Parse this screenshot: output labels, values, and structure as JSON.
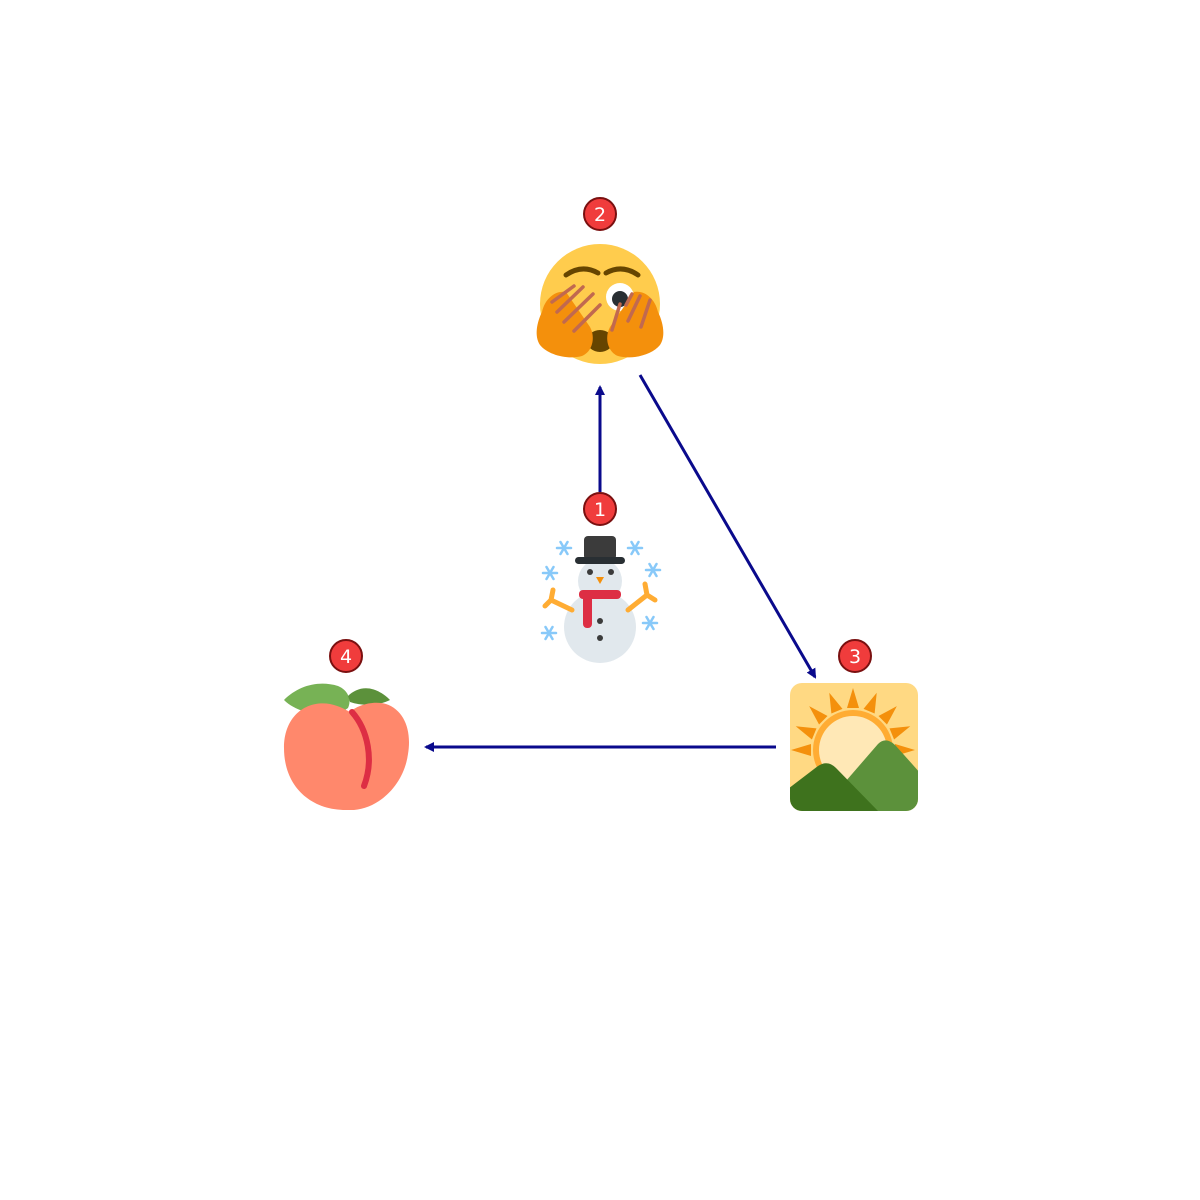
{
  "nodes": [
    {
      "id": "1",
      "icon": "snowman-with-snowflakes-icon",
      "label": "1"
    },
    {
      "id": "2",
      "icon": "face-with-hands-over-eyes-peeking-icon",
      "label": "2"
    },
    {
      "id": "3",
      "icon": "sunrise-over-mountains-icon",
      "label": "3"
    },
    {
      "id": "4",
      "icon": "peach-icon",
      "label": "4"
    }
  ],
  "edges": [
    {
      "from": "1",
      "to": "2"
    },
    {
      "from": "2",
      "to": "3"
    },
    {
      "from": "3",
      "to": "4"
    }
  ],
  "colors": {
    "arrow": "#0a0a8c",
    "badge_fill": "#f03c3c",
    "badge_stroke": "#7a1010",
    "badge_text": "#ffffff"
  }
}
